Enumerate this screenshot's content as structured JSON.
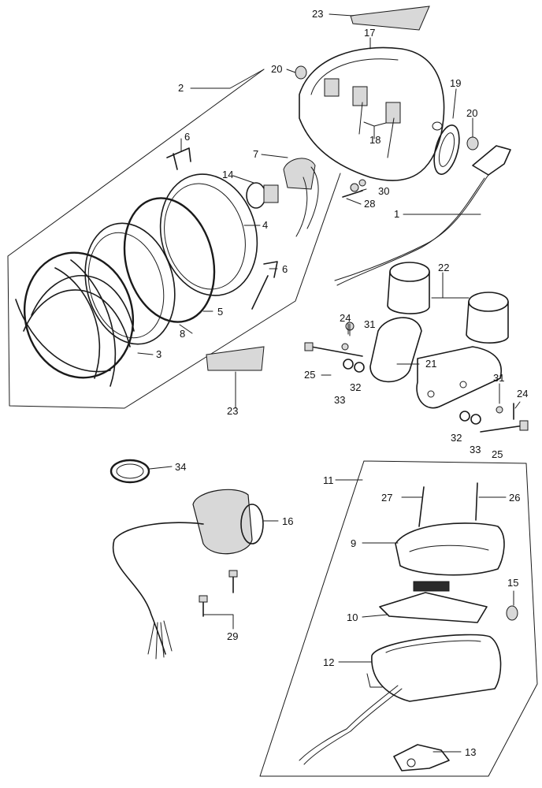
{
  "labels": {
    "n1": "1",
    "n2": "2",
    "n3": "3",
    "n4": "4",
    "n5": "5",
    "n6a": "6",
    "n6b": "6",
    "n7": "7",
    "n8": "8",
    "n9": "9",
    "n10": "10",
    "n11": "11",
    "n12": "12",
    "n13": "13",
    "n14": "14",
    "n15": "15",
    "n16": "16",
    "n17": "17",
    "n18": "18",
    "n19": "19",
    "n20a": "20",
    "n20b": "20",
    "n21": "21",
    "n22": "22",
    "n23a": "23",
    "n23b": "23",
    "n24a": "24",
    "n24b": "24",
    "n25a": "25",
    "n25b": "25",
    "n26": "26",
    "n27": "27",
    "n28": "28",
    "n29": "29",
    "n30": "30",
    "n31a": "31",
    "n31b": "31",
    "n32a": "32",
    "n32b": "32",
    "n33a": "33",
    "n33b": "33",
    "n34": "34"
  }
}
